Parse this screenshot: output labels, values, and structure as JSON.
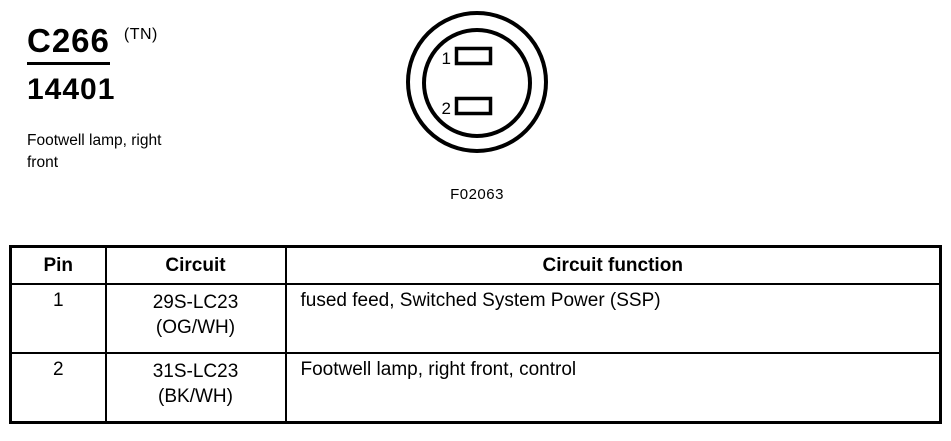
{
  "header": {
    "connector_id": "C266",
    "connector_suffix": "(TN)",
    "part_number": "14401",
    "description": "Footwell lamp, right front"
  },
  "figure": {
    "caption": "F02063",
    "pins": [
      {
        "number": "1"
      },
      {
        "number": "2"
      }
    ]
  },
  "table": {
    "headers": {
      "pin": "Pin",
      "circuit": "Circuit",
      "function": "Circuit function"
    },
    "rows": [
      {
        "pin": "1",
        "circuit": "29S-LC23",
        "circuit_color": "(OG/WH)",
        "function": "fused feed, Switched System Power (SSP)"
      },
      {
        "pin": "2",
        "circuit": "31S-LC23",
        "circuit_color": "(BK/WH)",
        "function": "Footwell lamp, right front, control"
      }
    ]
  },
  "colors": {
    "ink": "#000000",
    "background": "#ffffff"
  }
}
